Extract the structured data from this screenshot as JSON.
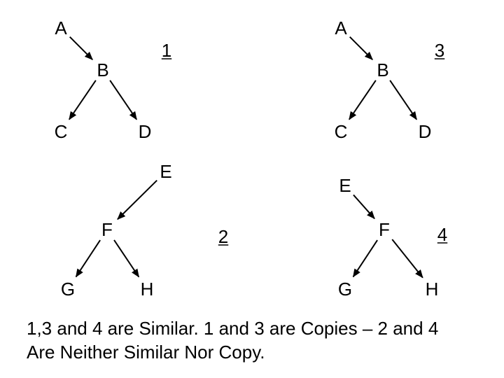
{
  "trees": [
    {
      "number": "1",
      "nodes": [
        {
          "id": "A",
          "label": "A"
        },
        {
          "id": "B",
          "label": "B"
        },
        {
          "id": "C",
          "label": "C"
        },
        {
          "id": "D",
          "label": "D"
        }
      ],
      "edges": [
        [
          "A",
          "B"
        ],
        [
          "B",
          "C"
        ],
        [
          "B",
          "D"
        ]
      ]
    },
    {
      "number": "3",
      "nodes": [
        {
          "id": "A",
          "label": "A"
        },
        {
          "id": "B",
          "label": "B"
        },
        {
          "id": "C",
          "label": "C"
        },
        {
          "id": "D",
          "label": "D"
        }
      ],
      "edges": [
        [
          "A",
          "B"
        ],
        [
          "B",
          "C"
        ],
        [
          "B",
          "D"
        ]
      ]
    },
    {
      "number": "2",
      "nodes": [
        {
          "id": "E",
          "label": "E"
        },
        {
          "id": "F",
          "label": "F"
        },
        {
          "id": "G",
          "label": "G"
        },
        {
          "id": "H",
          "label": "H"
        }
      ],
      "edges": [
        [
          "E",
          "F"
        ],
        [
          "F",
          "G"
        ],
        [
          "F",
          "H"
        ]
      ]
    },
    {
      "number": "4",
      "nodes": [
        {
          "id": "E",
          "label": "E"
        },
        {
          "id": "F",
          "label": "F"
        },
        {
          "id": "G",
          "label": "G"
        },
        {
          "id": "H",
          "label": "H"
        }
      ],
      "edges": [
        [
          "E",
          "F"
        ],
        [
          "F",
          "G"
        ],
        [
          "F",
          "H"
        ]
      ]
    }
  ],
  "caption": {
    "line1": "1,3 and 4 are Similar. 1 and 3 are Copies – 2 and 4",
    "line2": "Are Neither Similar Nor Copy."
  }
}
